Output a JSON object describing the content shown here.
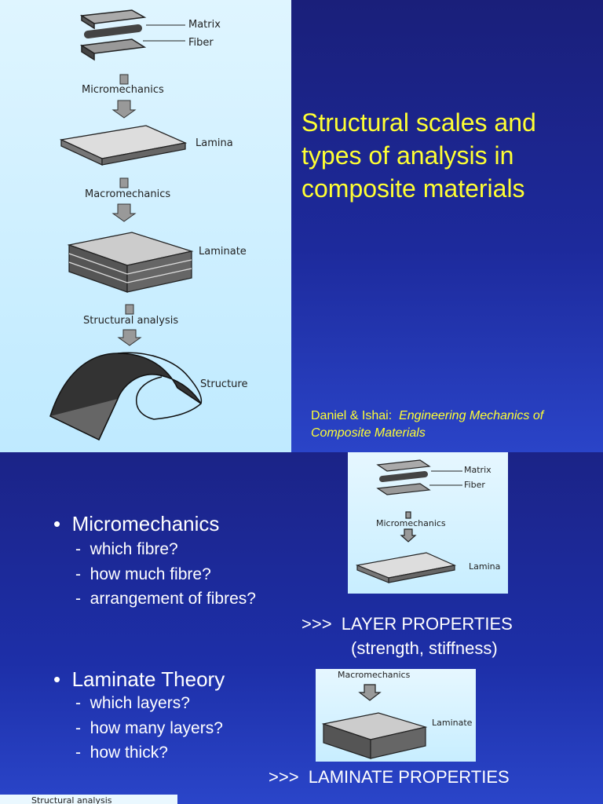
{
  "slide1": {
    "diagram_labels": {
      "matrix": "Matrix",
      "fiber": "Fiber",
      "micromechanics": "Micromechanics",
      "lamina": "Lamina",
      "macromechanics": "Macromechanics",
      "laminate": "Laminate",
      "structural_analysis": "Structural analysis",
      "structure": "Structure"
    },
    "title": "Structural scales and types of analysis in composite materials",
    "citation": {
      "authors": "Daniel & Ishai:",
      "book": "Engineering Mechanics of Composite Materials"
    }
  },
  "slide2": {
    "sections": [
      {
        "heading": "Micromechanics",
        "items": [
          "which fibre?",
          "how much fibre?",
          "arrangement of fibres?"
        ],
        "result_prefix": ">>>",
        "result": "LAYER PROPERTIES",
        "result_detail": "(strength, stiffness)"
      },
      {
        "heading": "Laminate Theory",
        "items": [
          "which layers?",
          "how many layers?",
          "how thick?"
        ],
        "result_prefix": ">>>",
        "result": "LAMINATE PROPERTIES"
      }
    ],
    "image1_labels": {
      "matrix": "Matrix",
      "fiber": "Fiber",
      "micromechanics": "Micromechanics",
      "lamina": "Lamina"
    },
    "image2_labels": {
      "macromechanics": "Macromechanics",
      "laminate": "Laminate"
    },
    "image3_labels": {
      "structural_analysis": "Structural analysis"
    }
  }
}
